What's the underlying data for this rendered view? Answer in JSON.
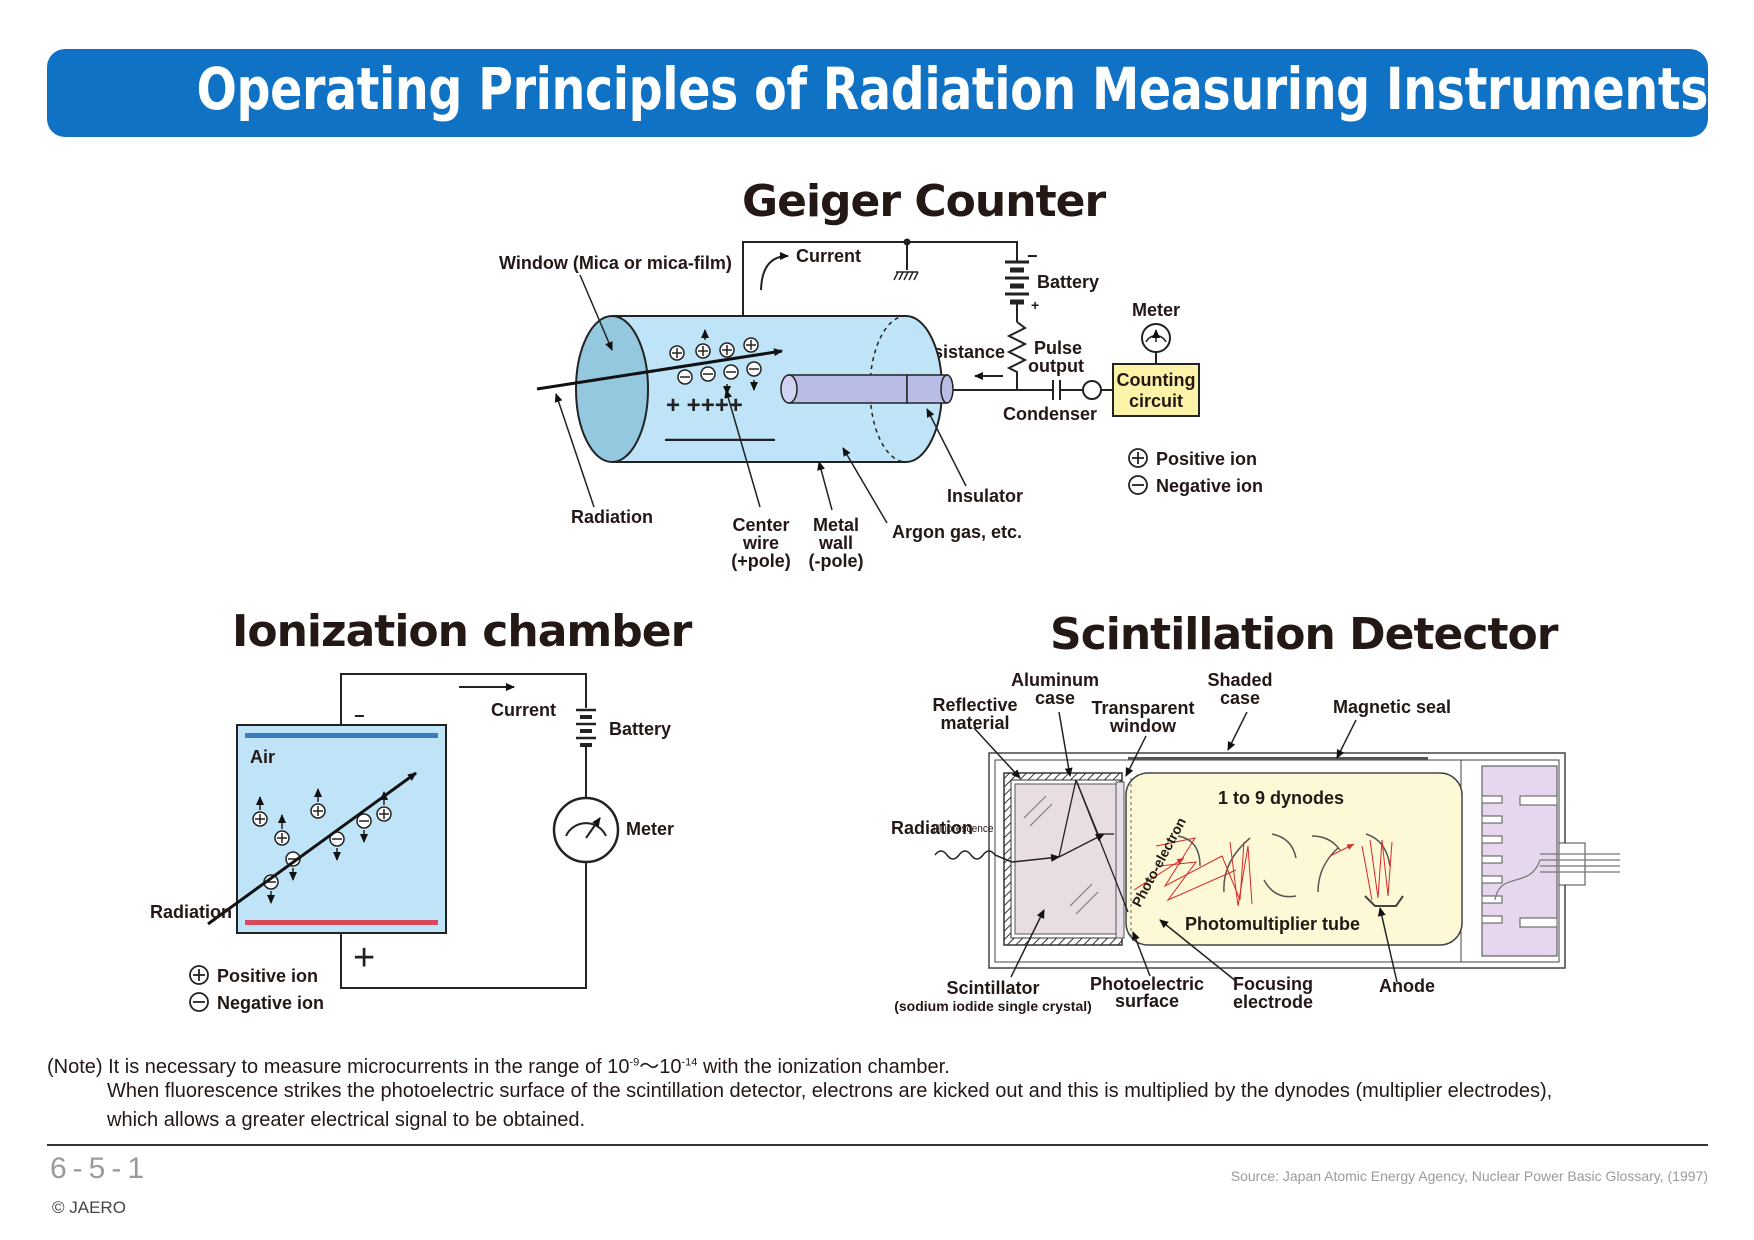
{
  "header": {
    "title": "Operating Principles of Radiation Measuring Instruments"
  },
  "geiger": {
    "title": "Geiger Counter",
    "labels": {
      "window": "Window (Mica or mica-film)",
      "current": "Current",
      "battery": "Battery",
      "meter": "Meter",
      "resistance": "Resistance",
      "pulse_output_1": "Pulse",
      "pulse_output_2": "output",
      "counting_1": "Counting",
      "counting_2": "circuit",
      "condenser": "Condenser",
      "insulator": "Insulator",
      "radiation": "Radiation",
      "center_wire_1": "Center",
      "center_wire_2": "wire",
      "center_wire_3": "(+pole)",
      "metal_wall_1": "Metal",
      "metal_wall_2": "wall",
      "metal_wall_3": "(-pole)",
      "argon": "Argon gas, etc.",
      "minus": "−",
      "plus": "+"
    },
    "legend": {
      "positive": "Positive ion",
      "negative": "Negative ion"
    }
  },
  "ionization": {
    "title": "Ionization chamber",
    "labels": {
      "air": "Air",
      "current": "Current",
      "battery": "Battery",
      "meter": "Meter",
      "radiation": "Radiation",
      "minus": "−",
      "plus": "+"
    },
    "legend": {
      "positive": "Positive ion",
      "negative": "Negative ion"
    }
  },
  "scintillation": {
    "title": "Scintillation Detector",
    "labels": {
      "aluminum_1": "Aluminum",
      "aluminum_2": "case",
      "shaded_1": "Shaded",
      "shaded_2": "case",
      "reflective_1": "Reflective",
      "reflective_2": "material",
      "transparent_1": "Transparent",
      "transparent_2": "window",
      "magnetic_seal": "Magnetic seal",
      "dynodes": "1 to 9 dynodes",
      "radiation": "Radiation",
      "fluorescence": "Fluorescence",
      "photo_electron": "Photo-electron",
      "pmt": "Photomultiplier tube",
      "scintillator_1": "Scintillator",
      "scintillator_2": "(sodium iodide single crystal)",
      "photoelectric_1": "Photoelectric",
      "photoelectric_2": "surface",
      "focusing_1": "Focusing",
      "focusing_2": "electrode",
      "anode": "Anode"
    }
  },
  "notes": {
    "line1_pre": "(Note) It is necessary to measure microcurrents in the range of 10",
    "line1_sup1": "-9",
    "line1_mid": "〜10",
    "line1_sup2": "-14",
    "line1_post": " with the ionization chamber.",
    "line2": "When fluorescence strikes the photoelectric surface of the scintillation detector, electrons are kicked out and this is multiplied by the dynodes (multiplier electrodes),",
    "line3": "which allows a greater electrical signal to be obtained."
  },
  "footer": {
    "page_number": "6-5-1",
    "copyright": "© JAERO",
    "source": "Source: Japan Atomic Energy Agency, Nuclear Power Basic Glossary, (1997)"
  },
  "colors": {
    "banner": "#0f72c4",
    "chamber_fill": "#bfe4f7",
    "wire_fill": "#b9bde6",
    "counting_fill": "#fbf4a8",
    "pmt_fill": "#fdf8d6",
    "base_fill": "#e6d6ee",
    "crystal_fill": "#e8dde2"
  }
}
